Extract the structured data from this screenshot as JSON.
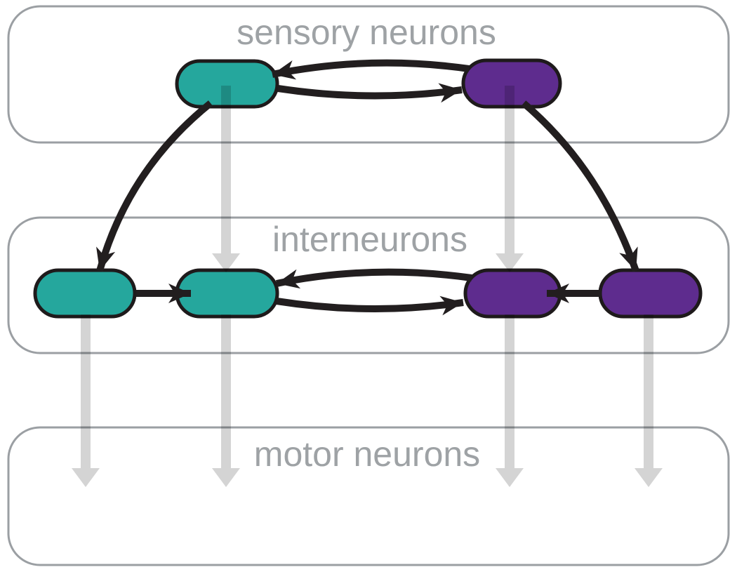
{
  "figure": {
    "layers": [
      {
        "id": "sensory",
        "label": "sensory neurons"
      },
      {
        "id": "interneurons",
        "label": "interneurons"
      },
      {
        "id": "motor",
        "label": "motor neurons"
      }
    ],
    "nodes": [
      {
        "id": "sensory-teal",
        "layer": "sensory",
        "color_key": "teal"
      },
      {
        "id": "sensory-purple",
        "layer": "sensory",
        "color_key": "purple"
      },
      {
        "id": "inter-teal-outer",
        "layer": "interneurons",
        "color_key": "teal"
      },
      {
        "id": "inter-teal-inner",
        "layer": "interneurons",
        "color_key": "teal"
      },
      {
        "id": "inter-purple-inner",
        "layer": "interneurons",
        "color_key": "purple"
      },
      {
        "id": "inter-purple-outer",
        "layer": "interneurons",
        "color_key": "purple"
      }
    ],
    "black_connections": [
      {
        "from": "sensory-purple",
        "to": "sensory-teal"
      },
      {
        "from": "sensory-teal",
        "to": "sensory-purple"
      },
      {
        "from": "sensory-teal",
        "to": "inter-teal-outer"
      },
      {
        "from": "sensory-purple",
        "to": "inter-purple-outer"
      },
      {
        "from": "inter-teal-outer",
        "to": "inter-teal-inner"
      },
      {
        "from": "inter-purple-inner",
        "to": "inter-teal-inner"
      },
      {
        "from": "inter-teal-inner",
        "to": "inter-purple-inner"
      },
      {
        "from": "inter-purple-outer",
        "to": "inter-purple-inner"
      }
    ],
    "gray_connections": [
      {
        "from": "sensory-teal",
        "to": "inter-teal-inner"
      },
      {
        "from": "sensory-purple",
        "to": "inter-purple-inner"
      },
      {
        "from": "inter-teal-outer",
        "to": "motor"
      },
      {
        "from": "inter-teal-inner",
        "to": "motor"
      },
      {
        "from": "inter-purple-inner",
        "to": "motor"
      },
      {
        "from": "inter-purple-outer",
        "to": "motor"
      }
    ]
  },
  "colors": {
    "teal": "#25A79D",
    "purple": "#5E2C8E",
    "node_outline": "#1E1A1B",
    "black_arrow": "#221E1F",
    "gray_arrow": "rgba(0,0,0,0.17)",
    "box_border": "#9B9FA3",
    "label_text": "#9EA2A5",
    "background": "#FFFFFF"
  }
}
